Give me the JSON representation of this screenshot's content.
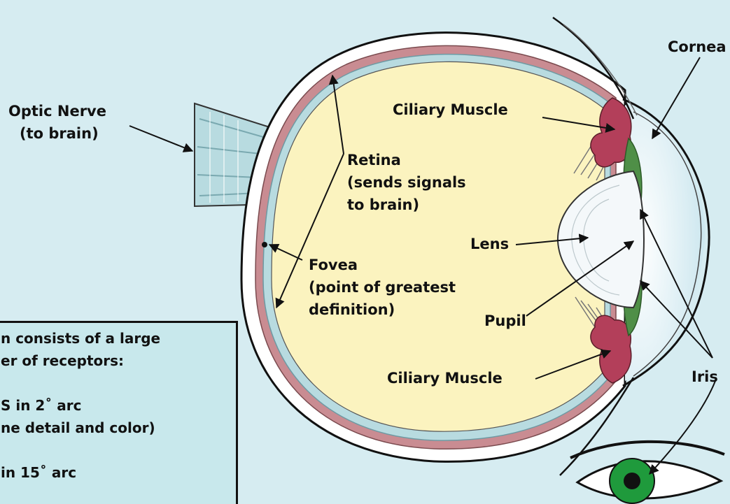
{
  "labels": {
    "cornea": "Cornea",
    "optic_nerve_1": "Optic Nerve",
    "optic_nerve_2": "(to brain)",
    "ciliary_muscle_top": "Ciliary Muscle",
    "retina_1": "Retina",
    "retina_2": "(sends signals",
    "retina_3": "to brain)",
    "lens": "Lens",
    "fovea_1": "Fovea",
    "fovea_2": "(point of greatest",
    "fovea_3": "definition)",
    "pupil": "Pupil",
    "ciliary_muscle_bottom": "Ciliary Muscle",
    "iris": "Iris"
  },
  "info_box": {
    "line1": "n consists of a large",
    "line2": "er of receptors:",
    "line3": "S in 2˚ arc",
    "line4": "ne detail and color)",
    "line5": "in 15˚ arc"
  },
  "colors": {
    "background": "#d6ecf1",
    "vitreous": "#fbf3bf",
    "retina_layer": "#b8dbe0",
    "choroid": "#c98c92",
    "ciliary_muscle": "#b33f5a",
    "iris": "#4f8f47",
    "lens": "#f4f8fa",
    "cornea_fluid": "#e6f4f8",
    "small_iris": "#1f9a3c"
  }
}
